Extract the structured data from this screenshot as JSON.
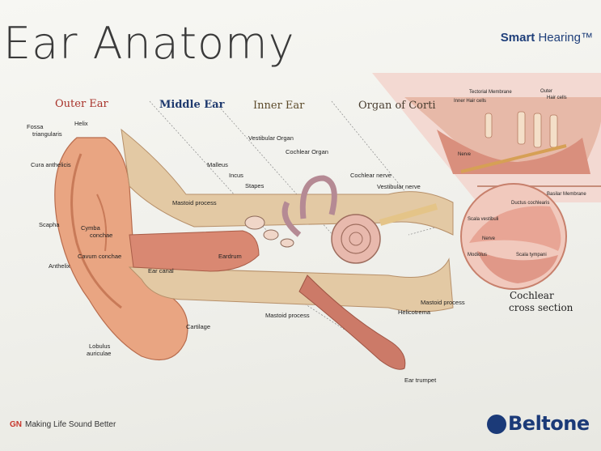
{
  "title": "Ear Anatomy",
  "brand": {
    "strong": "Smart",
    "rest": " Hearing™"
  },
  "sections": {
    "outer": "Outer Ear",
    "middle": "Middle Ear",
    "inner": "Inner Ear",
    "corti": "Organ of Corti"
  },
  "colors": {
    "outer": "#a8322a",
    "middle": "#1f3a6e",
    "inner": "#5c4a2a",
    "corti": "#4a3e30",
    "brand": "#1b3a78",
    "gn": "#c7362b"
  },
  "labels": {
    "fossa_1": "Fossa",
    "fossa_2": "triangularis",
    "helix": "Helix",
    "cura": "Cura anthelicis",
    "scapha": "Scapha",
    "cymba_1": "Cymba",
    "cymba_2": "conchae",
    "cavum": "Cavum conchae",
    "anthelix": "Anthelix",
    "ear_canal": "Ear canal",
    "malleus": "Malleus",
    "incus": "Incus",
    "stapes": "Stapes",
    "mastoid1": "Mastoid process",
    "vestibular_organ": "Vestibular Organ",
    "cochlear_organ": "Cochlear Organ",
    "cochlear_nerve": "Cochlear nerve",
    "vestibular_nerve": "Vestibular nerve",
    "eardrum": "Eardrum",
    "mastoid2": "Mastoid process",
    "mastoid3": "Mastoid process",
    "helicotrema": "Helicotrema",
    "cartilage": "Cartilage",
    "lobulus_1": "Lobulus",
    "lobulus_2": "auriculae",
    "ear_trumpet": "Ear trumpet",
    "tectorial": "Tectorial Membrane",
    "inner_hair": "Inner Hair cells",
    "outer_hair_1": "Outer",
    "outer_hair_2": "Hair cells",
    "nerve1": "Nerve",
    "basilar": "Basilar Membrane",
    "scala_vestibuli": "Scala vestibuli",
    "ductus": "Ductus cochlearis",
    "nerve2": "Nerve",
    "modiolus": "Modiolus",
    "scala_tympani": "Scala tympani"
  },
  "cross_section": {
    "line1": "Cochlear",
    "line2": "cross section"
  },
  "footer": {
    "gn": "GN",
    "tagline": "Making Life Sound Better",
    "logo": "Beltone"
  }
}
